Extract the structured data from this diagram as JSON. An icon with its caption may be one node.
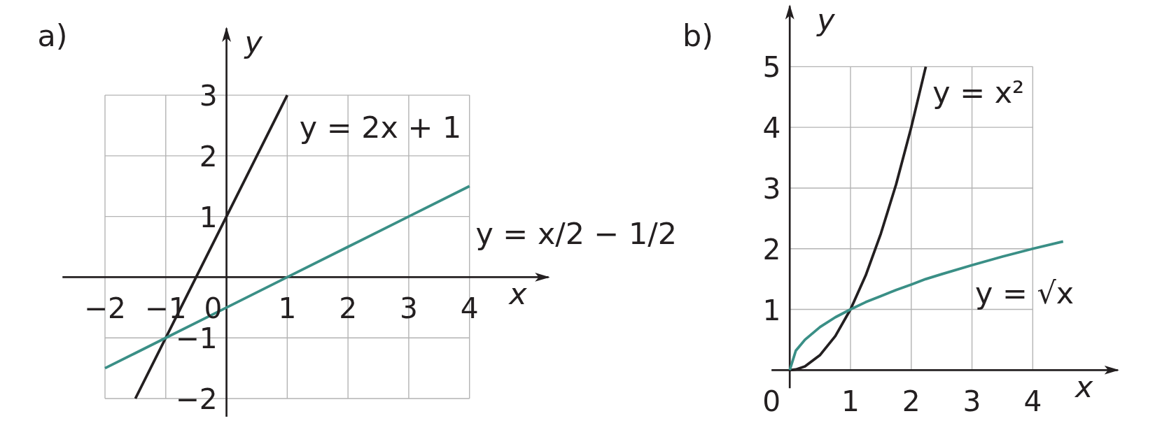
{
  "diagram": {
    "labels": [
      "a)",
      "b)"
    ],
    "chart_data": [
      {
        "type": "line",
        "xlabel": "x",
        "ylabel": "y",
        "xlim": [
          -2.7,
          5.3
        ],
        "ylim": [
          -2.3,
          4.1
        ],
        "grid": true,
        "xticks": [
          {
            "value": -2,
            "label": "−2"
          },
          {
            "value": -1,
            "label": "−1"
          },
          0,
          1,
          2,
          3,
          4
        ],
        "yticks": [
          {
            "value": -2,
            "label": "−2"
          },
          {
            "value": -1,
            "label": "−1"
          },
          1,
          2,
          3
        ],
        "x": [
          -2,
          -1.5,
          -1,
          0,
          1,
          2,
          3,
          4
        ],
        "series": [
          {
            "name": "y = 2x + 1",
            "color": "#231f20",
            "values": [
              null,
              -2,
              -1,
              1,
              3,
              null,
              null,
              null
            ]
          },
          {
            "name": "y = x/2 − 1/2",
            "color": "#3a8f86",
            "values": [
              -1.5,
              -1.25,
              -1,
              -0.5,
              0,
              0.5,
              1,
              1.5
            ]
          }
        ]
      },
      {
        "type": "line",
        "xlabel": "x",
        "ylabel": "y",
        "xlim": [
          -0.3,
          5.4
        ],
        "ylim": [
          -0.3,
          6.0
        ],
        "grid": true,
        "xticks": [
          0,
          1,
          2,
          3,
          4
        ],
        "yticks": [
          1,
          2,
          3,
          4,
          5
        ],
        "x": [
          0,
          0.1,
          0.25,
          0.5,
          0.75,
          1,
          1.25,
          1.5,
          1.75,
          2,
          2.24,
          2.5,
          3,
          3.5,
          4,
          4.5
        ],
        "series": [
          {
            "name": "y = x²",
            "color": "#231f20",
            "values": [
              0,
              0.01,
              0.06,
              0.25,
              0.56,
              1,
              1.56,
              2.25,
              3.06,
              4,
              5,
              null,
              null,
              null,
              null,
              null
            ]
          },
          {
            "name": "y = √x",
            "color": "#3a8f86",
            "values": [
              0,
              0.32,
              0.5,
              0.71,
              0.87,
              1,
              1.12,
              1.22,
              1.32,
              1.41,
              1.5,
              1.58,
              1.73,
              1.87,
              2,
              2.12
            ]
          }
        ]
      }
    ]
  }
}
